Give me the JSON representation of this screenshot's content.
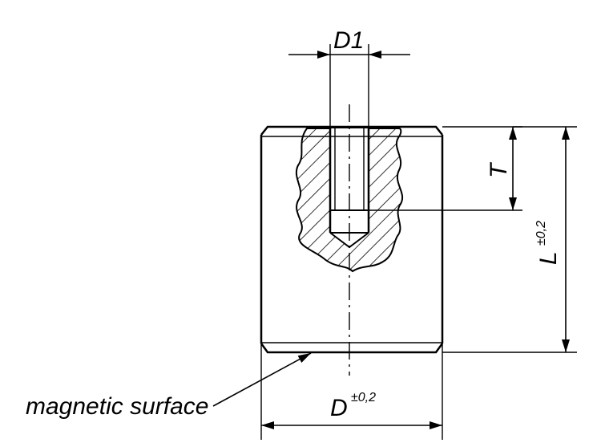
{
  "labels": {
    "d1": "D1",
    "t": "T",
    "l": "L",
    "l_tol": "±0,2",
    "d": "D",
    "d_tol": "±0,2",
    "magnetic_surface": "magnetic surface"
  }
}
